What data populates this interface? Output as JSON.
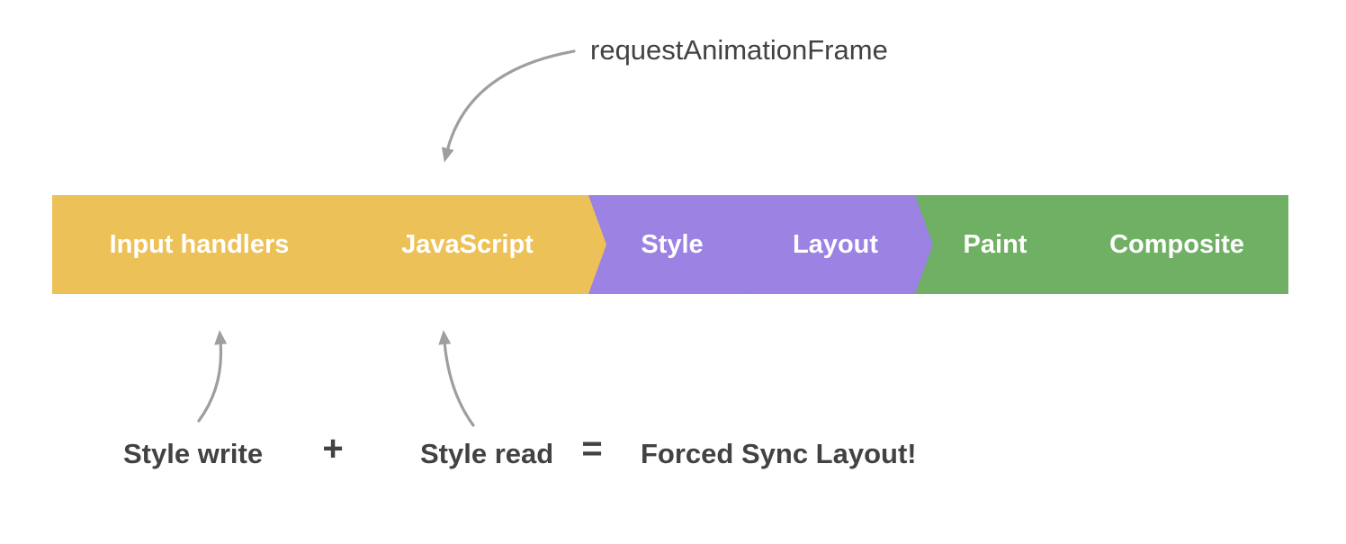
{
  "diagram": {
    "title": "requestAnimationFrame",
    "pipeline": {
      "segments": [
        {
          "label": "Input handlers",
          "color": "#ECC157"
        },
        {
          "label": "JavaScript",
          "color": "#ECC157"
        },
        {
          "label": "Style",
          "color": "#9B82E3"
        },
        {
          "label": "Layout",
          "color": "#9B82E3"
        },
        {
          "label": "Paint",
          "color": "#70B064"
        },
        {
          "label": "Composite",
          "color": "#70B064"
        }
      ]
    },
    "equation": {
      "style_write": "Style write",
      "plus": "+",
      "style_read": "Style read",
      "equals": "=",
      "result": "Forced Sync Layout!"
    }
  },
  "colors": {
    "background": "#FFFFFF",
    "stage_text": "#FFFFFF",
    "annotation_text": "#424242",
    "arrow": "#9E9E9E"
  }
}
